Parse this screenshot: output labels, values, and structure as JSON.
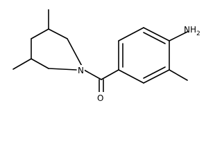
{
  "atoms": {
    "nitrogen": "N",
    "oxygen": "O",
    "amine": "NH2"
  },
  "colors": {
    "background": "#ffffff",
    "bond": "#000000",
    "label": "#000000"
  }
}
